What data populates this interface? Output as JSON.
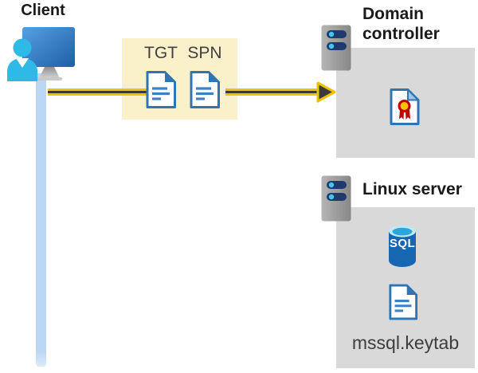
{
  "palette": {
    "arrow_yellow": "#EFC104",
    "arrow_dark": "#3A3A3A",
    "ticket_box_bg": "#FAF1CB",
    "zone_gray_bg": "#D9D9D9",
    "document_blue": "#2E75B6",
    "document_line_blue": "#3E82C4",
    "client_line_blue": "#BCD7F5",
    "person_cyan": "#2EB9E6",
    "monitor_blue_light": "#55A0DF",
    "monitor_blue_dark": "#1F5FA9",
    "server_body_gray": "#A9A9A9",
    "server_bar_navy": "#1E3A6E",
    "server_dot_cyan": "#41C8F0",
    "sql_body_blue": "#1766B2",
    "sql_top_cyan": "#2BA5DC",
    "certificate_red": "#C00000",
    "certificate_gold": "#FFC107",
    "title_text": "#1A1A1A",
    "label_text": "#404040"
  },
  "client": {
    "label": "Client"
  },
  "request": {
    "tgt_label": "TGT",
    "spn_label": "SPN"
  },
  "domain_controller": {
    "label": "Domain controller"
  },
  "linux_server": {
    "label": "Linux server",
    "sql_label": "SQL",
    "keytab_label": "mssql.keytab"
  }
}
